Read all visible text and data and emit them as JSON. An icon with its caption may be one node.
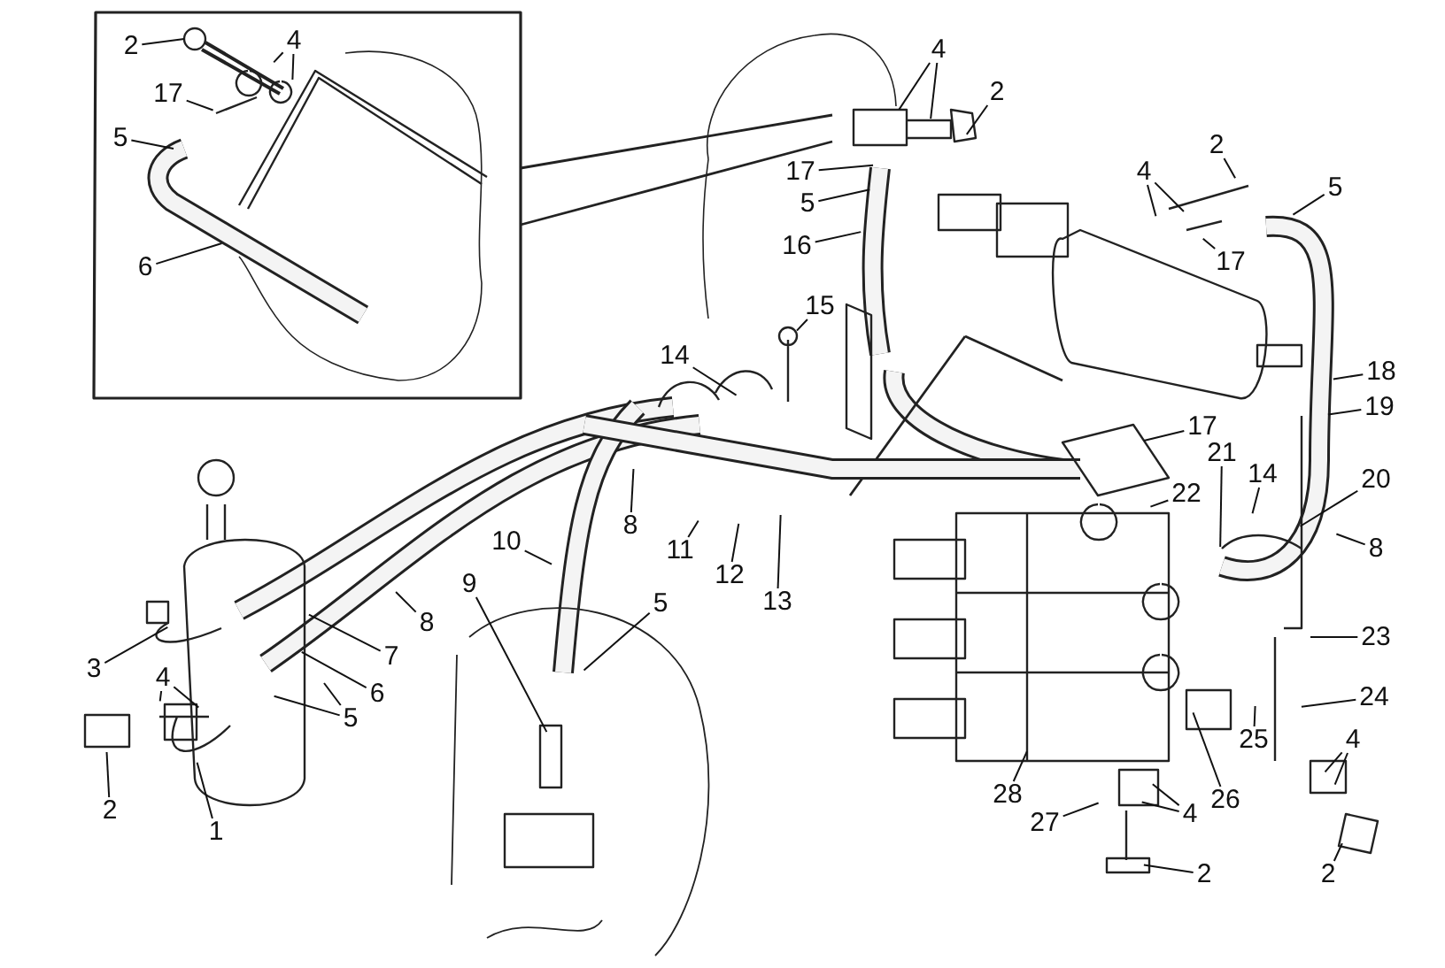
{
  "diagram": {
    "nodes": [
      {
        "text": [
          "2"
        ]
      },
      {
        "text": [
          "4"
        ]
      },
      {
        "text": [
          "17"
        ]
      },
      {
        "text": [
          "5"
        ]
      },
      {
        "text": [
          "6"
        ]
      },
      {
        "text": [
          "4"
        ]
      },
      {
        "text": [
          "2"
        ]
      },
      {
        "text": [
          "17"
        ]
      },
      {
        "text": [
          "5"
        ]
      },
      {
        "text": [
          "16"
        ]
      },
      {
        "text": [
          "15"
        ]
      },
      {
        "text": [
          "2"
        ]
      },
      {
        "text": [
          "4"
        ]
      },
      {
        "text": [
          "5"
        ]
      },
      {
        "text": [
          "17"
        ]
      },
      {
        "text": [
          "18"
        ]
      },
      {
        "text": [
          "19"
        ]
      },
      {
        "text": [
          "17"
        ]
      },
      {
        "text": [
          "21"
        ]
      },
      {
        "text": [
          "22"
        ]
      },
      {
        "text": [
          "14"
        ]
      },
      {
        "text": [
          "20"
        ]
      },
      {
        "text": [
          "8"
        ]
      },
      {
        "text": [
          "23"
        ]
      },
      {
        "text": [
          "24"
        ]
      },
      {
        "text": [
          "25"
        ]
      },
      {
        "text": [
          "26"
        ]
      },
      {
        "text": [
          "4"
        ]
      },
      {
        "text": [
          "2"
        ]
      },
      {
        "text": [
          "28"
        ]
      },
      {
        "text": [
          "27"
        ]
      },
      {
        "text": [
          "4"
        ]
      },
      {
        "text": [
          "2"
        ]
      },
      {
        "text": [
          "14"
        ]
      },
      {
        "text": [
          "8"
        ]
      },
      {
        "text": [
          "10"
        ]
      },
      {
        "text": [
          "11"
        ]
      },
      {
        "text": [
          "12"
        ]
      },
      {
        "text": [
          "13"
        ]
      },
      {
        "text": [
          "9"
        ]
      },
      {
        "text": [
          "5"
        ]
      },
      {
        "text": [
          "8"
        ]
      },
      {
        "text": [
          "7"
        ]
      },
      {
        "text": [
          "6"
        ]
      },
      {
        "text": [
          "5"
        ]
      },
      {
        "text": [
          "3"
        ]
      },
      {
        "text": [
          "4"
        ]
      },
      {
        "text": [
          "2"
        ]
      },
      {
        "text": [
          "1"
        ]
      }
    ],
    "edges": [
      {
        "from": 0,
        "to": null,
        "arrow": "none"
      },
      {
        "from": 1,
        "to": null,
        "arrow": "none"
      },
      {
        "from": 1,
        "to": null,
        "arrow": "none"
      },
      {
        "from": 2,
        "to": null,
        "arrow": "none"
      },
      {
        "from": 3,
        "to": null,
        "arrow": "none"
      },
      {
        "from": 4,
        "to": null,
        "arrow": "none"
      },
      {
        "from": 5,
        "to": null,
        "arrow": "none"
      },
      {
        "from": 5,
        "to": null,
        "arrow": "none"
      },
      {
        "from": 6,
        "to": null,
        "arrow": "none"
      },
      {
        "from": 7,
        "to": null,
        "arrow": "none"
      },
      {
        "from": 8,
        "to": null,
        "arrow": "none"
      },
      {
        "from": 9,
        "to": null,
        "arrow": "none"
      },
      {
        "from": 10,
        "to": null,
        "arrow": "none"
      },
      {
        "from": 11,
        "to": null,
        "arrow": "none"
      },
      {
        "from": 12,
        "to": null,
        "arrow": "none"
      },
      {
        "from": 12,
        "to": null,
        "arrow": "none"
      },
      {
        "from": 13,
        "to": null,
        "arrow": "none"
      },
      {
        "from": 14,
        "to": null,
        "arrow": "none"
      },
      {
        "from": 15,
        "to": null,
        "arrow": "none"
      },
      {
        "from": 16,
        "to": null,
        "arrow": "none"
      },
      {
        "from": 17,
        "to": null,
        "arrow": "none"
      },
      {
        "from": 18,
        "to": null,
        "arrow": "none"
      },
      {
        "from": 19,
        "to": null,
        "arrow": "none"
      },
      {
        "from": 20,
        "to": null,
        "arrow": "none"
      },
      {
        "from": 21,
        "to": null,
        "arrow": "none"
      },
      {
        "from": 22,
        "to": null,
        "arrow": "none"
      },
      {
        "from": 23,
        "to": null,
        "arrow": "none"
      },
      {
        "from": 24,
        "to": null,
        "arrow": "none"
      },
      {
        "from": 25,
        "to": null,
        "arrow": "none"
      },
      {
        "from": 26,
        "to": null,
        "arrow": "none"
      },
      {
        "from": 27,
        "to": null,
        "arrow": "none"
      },
      {
        "from": 27,
        "to": null,
        "arrow": "none"
      },
      {
        "from": 28,
        "to": null,
        "arrow": "none"
      },
      {
        "from": 29,
        "to": null,
        "arrow": "none"
      },
      {
        "from": 30,
        "to": null,
        "arrow": "none"
      },
      {
        "from": 31,
        "to": null,
        "arrow": "none"
      },
      {
        "from": 31,
        "to": null,
        "arrow": "none"
      },
      {
        "from": 32,
        "to": null,
        "arrow": "none"
      },
      {
        "from": 33,
        "to": null,
        "arrow": "none"
      },
      {
        "from": 34,
        "to": null,
        "arrow": "none"
      },
      {
        "from": 35,
        "to": null,
        "arrow": "none"
      },
      {
        "from": 36,
        "to": null,
        "arrow": "none"
      },
      {
        "from": 37,
        "to": null,
        "arrow": "none"
      },
      {
        "from": 38,
        "to": null,
        "arrow": "none"
      },
      {
        "from": 39,
        "to": null,
        "arrow": "none"
      },
      {
        "from": 40,
        "to": null,
        "arrow": "none"
      },
      {
        "from": 41,
        "to": null,
        "arrow": "none"
      },
      {
        "from": 42,
        "to": null,
        "arrow": "none"
      },
      {
        "from": 43,
        "to": null,
        "arrow": "none"
      },
      {
        "from": 44,
        "to": null,
        "arrow": "none"
      },
      {
        "from": 44,
        "to": null,
        "arrow": "none"
      },
      {
        "from": 45,
        "to": null,
        "arrow": "none"
      },
      {
        "from": 46,
        "to": null,
        "arrow": "none"
      },
      {
        "from": 46,
        "to": null,
        "arrow": "none"
      },
      {
        "from": 47,
        "to": null,
        "arrow": "none"
      },
      {
        "from": 48,
        "to": null,
        "arrow": "none"
      }
    ]
  }
}
